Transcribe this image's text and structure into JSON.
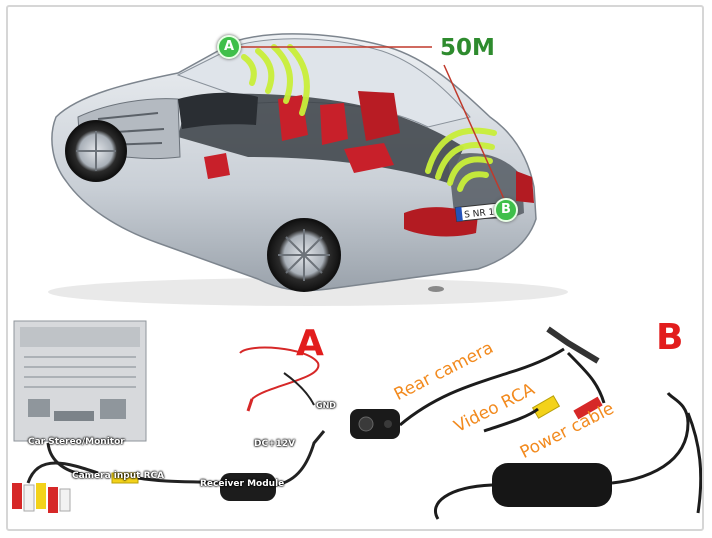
{
  "top_diagram": {
    "distance_label": "50M",
    "point_a": "A",
    "point_b": "B",
    "plate_text": "S NR 1"
  },
  "kit_a": {
    "letter": "A",
    "labels": {
      "stereo": "Car Stereo/Monitor",
      "camera_input": "Camera input RCA",
      "receiver": "Receiver Module",
      "dc": "DC+12V",
      "gnd": "GND"
    }
  },
  "kit_b": {
    "letter": "B",
    "labels": {
      "rear_camera": "Rear camera",
      "video_rca": "Video RCA",
      "power_cable": "Power cable"
    }
  },
  "colors": {
    "accent_red": "#e21d1d",
    "label_orange": "#f28a1e",
    "distance_green": "#2e8b2e",
    "signal_yellow_green": "#c9ef3a"
  }
}
